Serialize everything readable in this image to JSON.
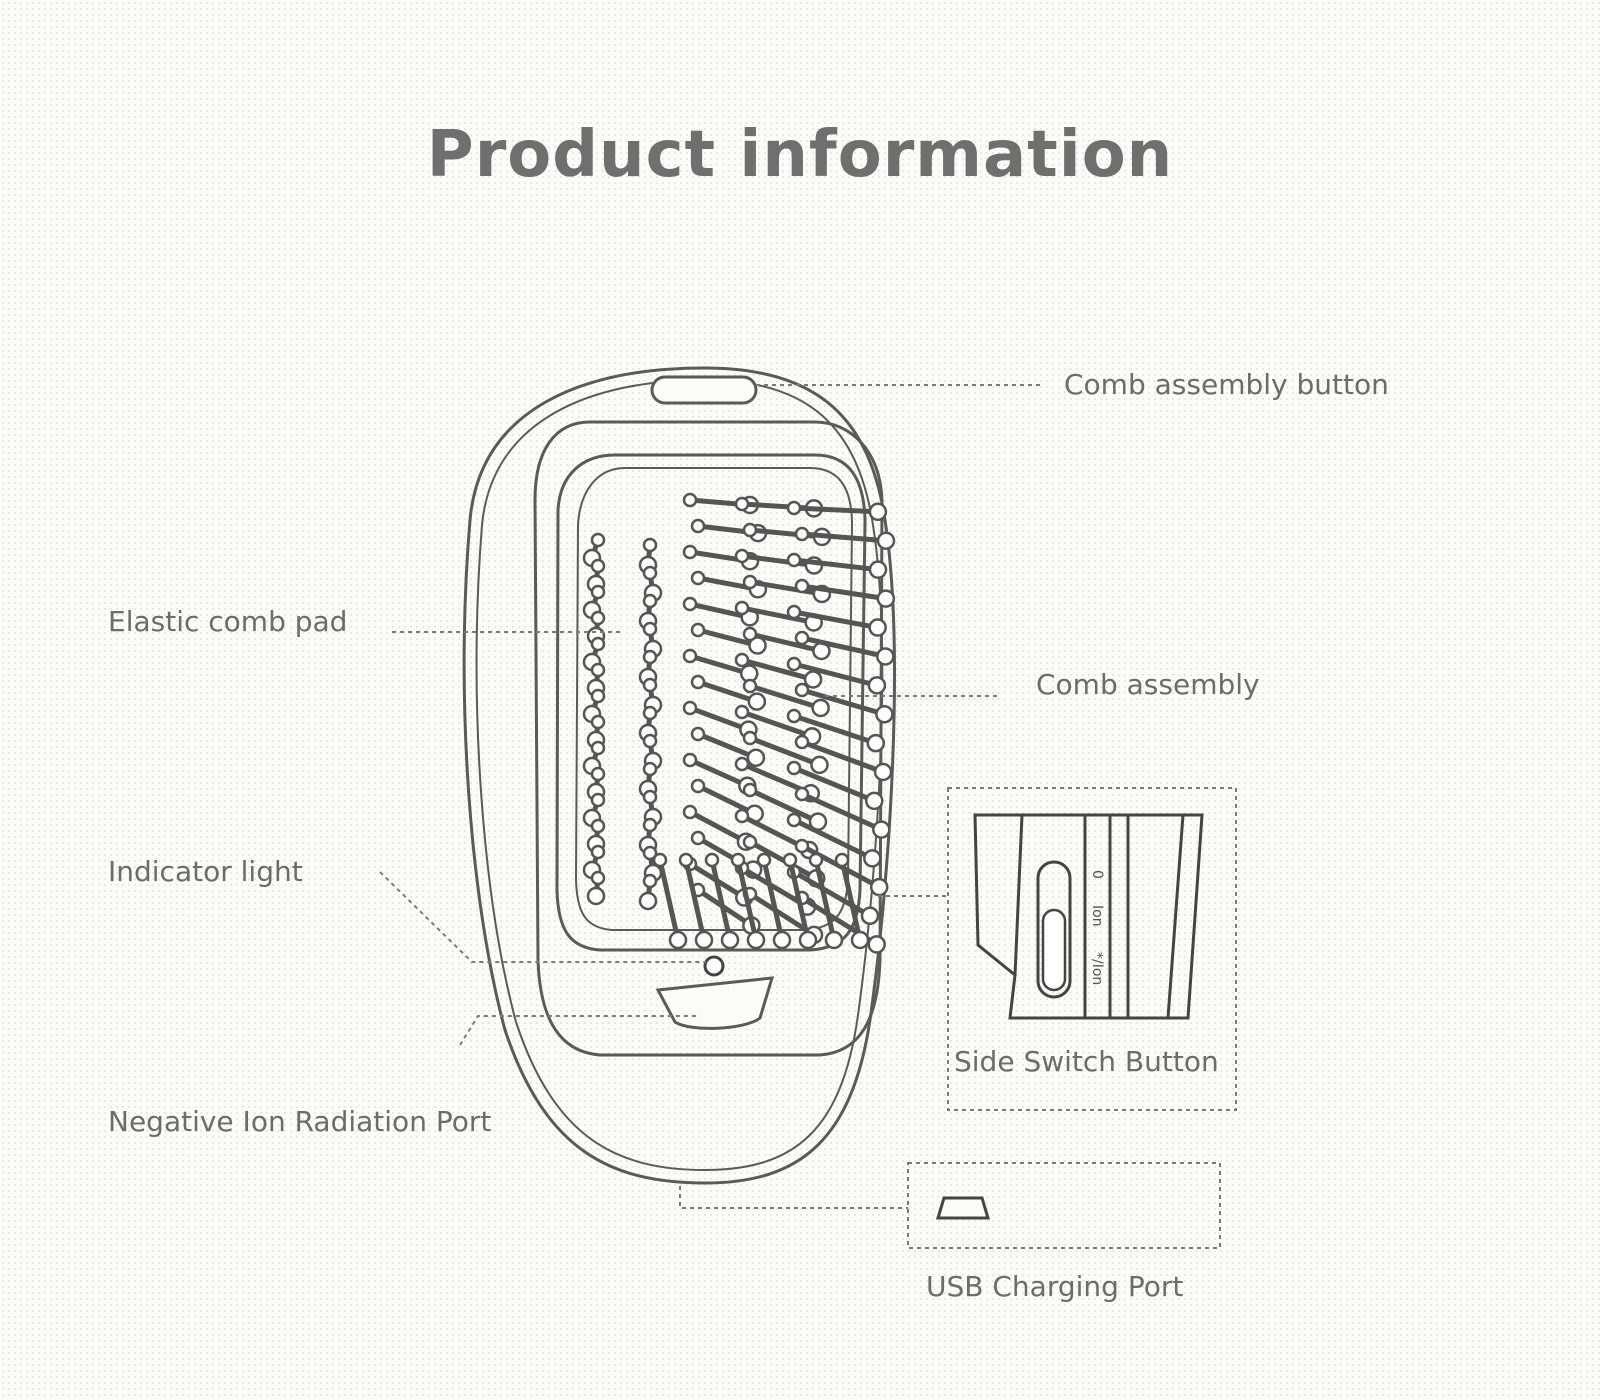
{
  "title": "Product information",
  "labels": {
    "comb_assembly_button": "Comb assembly button",
    "elastic_comb_pad": "Elastic comb pad",
    "comb_assembly": "Comb assembly",
    "indicator_light": "Indicator light",
    "negative_ion_port": "Negative Ion Radiation Port",
    "side_switch_button": "Side Switch Button",
    "usb_charging_port": "USB Charging Port"
  },
  "switch_markings": {
    "off": "0",
    "ion": "Ion",
    "star_ion": "*/Ion"
  },
  "colors": {
    "line": "#555555",
    "leader": "#7a7a7a",
    "text": "#6c6c6c",
    "background": "#fbfbfa"
  }
}
